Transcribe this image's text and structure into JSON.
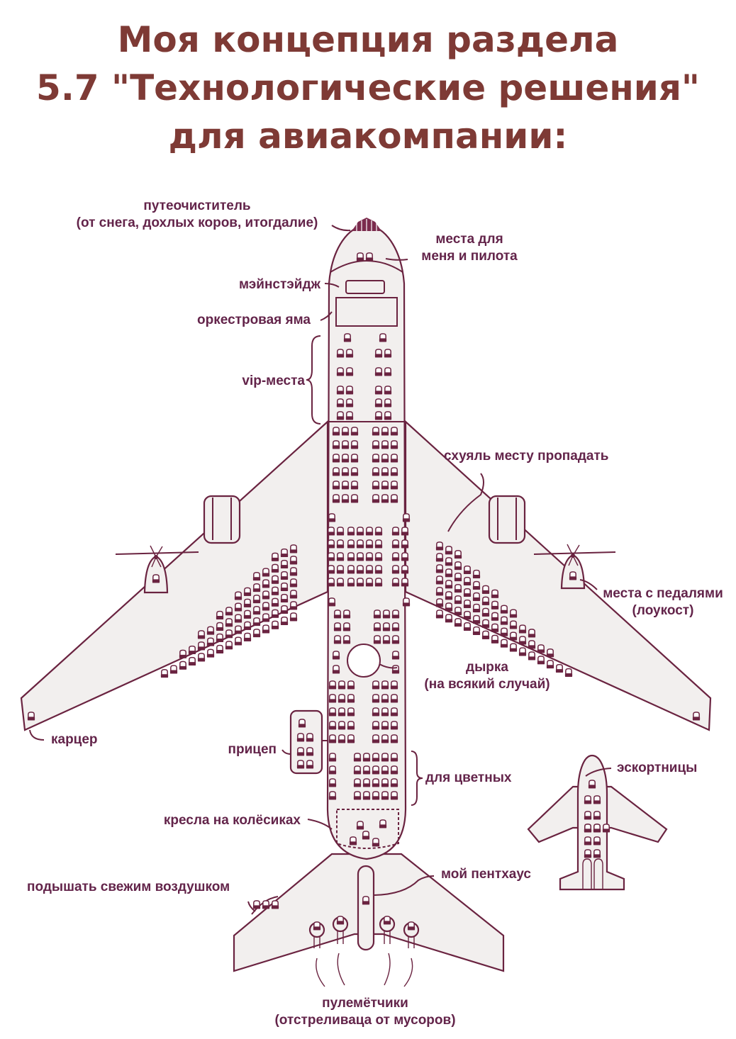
{
  "title": {
    "line1": "Моя концепция раздела",
    "line2": "5.7 \"Технологические решения\"",
    "line3": "для авиакомпании:"
  },
  "labels": {
    "cowcatcher_1": "путеочиститель",
    "cowcatcher_2": "(от снега, дохлых коров, итогдалие)",
    "pilot_seats_1": "места для",
    "pilot_seats_2": "меня и пилота",
    "mainstage": "мэйнстэйдж",
    "orchestra_pit": "оркестровая яма",
    "vip_seats": "vip-места",
    "wasted_space": "схуяль месту пропадать",
    "pedal_seats_1": "места с педалями",
    "pedal_seats_2": "(лоукост)",
    "hole_1": "дырка",
    "hole_2": "(на всякий случай)",
    "brig": "карцер",
    "trailer": "прицеп",
    "colored": "для цветных",
    "escorts": "эскортницы",
    "wheel_chairs": "кресла на колёсиках",
    "penthouse": "мой пентхаус",
    "fresh_air": "подышать свежим воздушком",
    "gunners_1": "пулемётчики",
    "gunners_2": "(отстреливаца от мусоров)"
  },
  "colors": {
    "title": "#7e3a35",
    "outline": "#6a2340",
    "fuselage_fill": "#f2efee",
    "seat": "#6a2340"
  }
}
